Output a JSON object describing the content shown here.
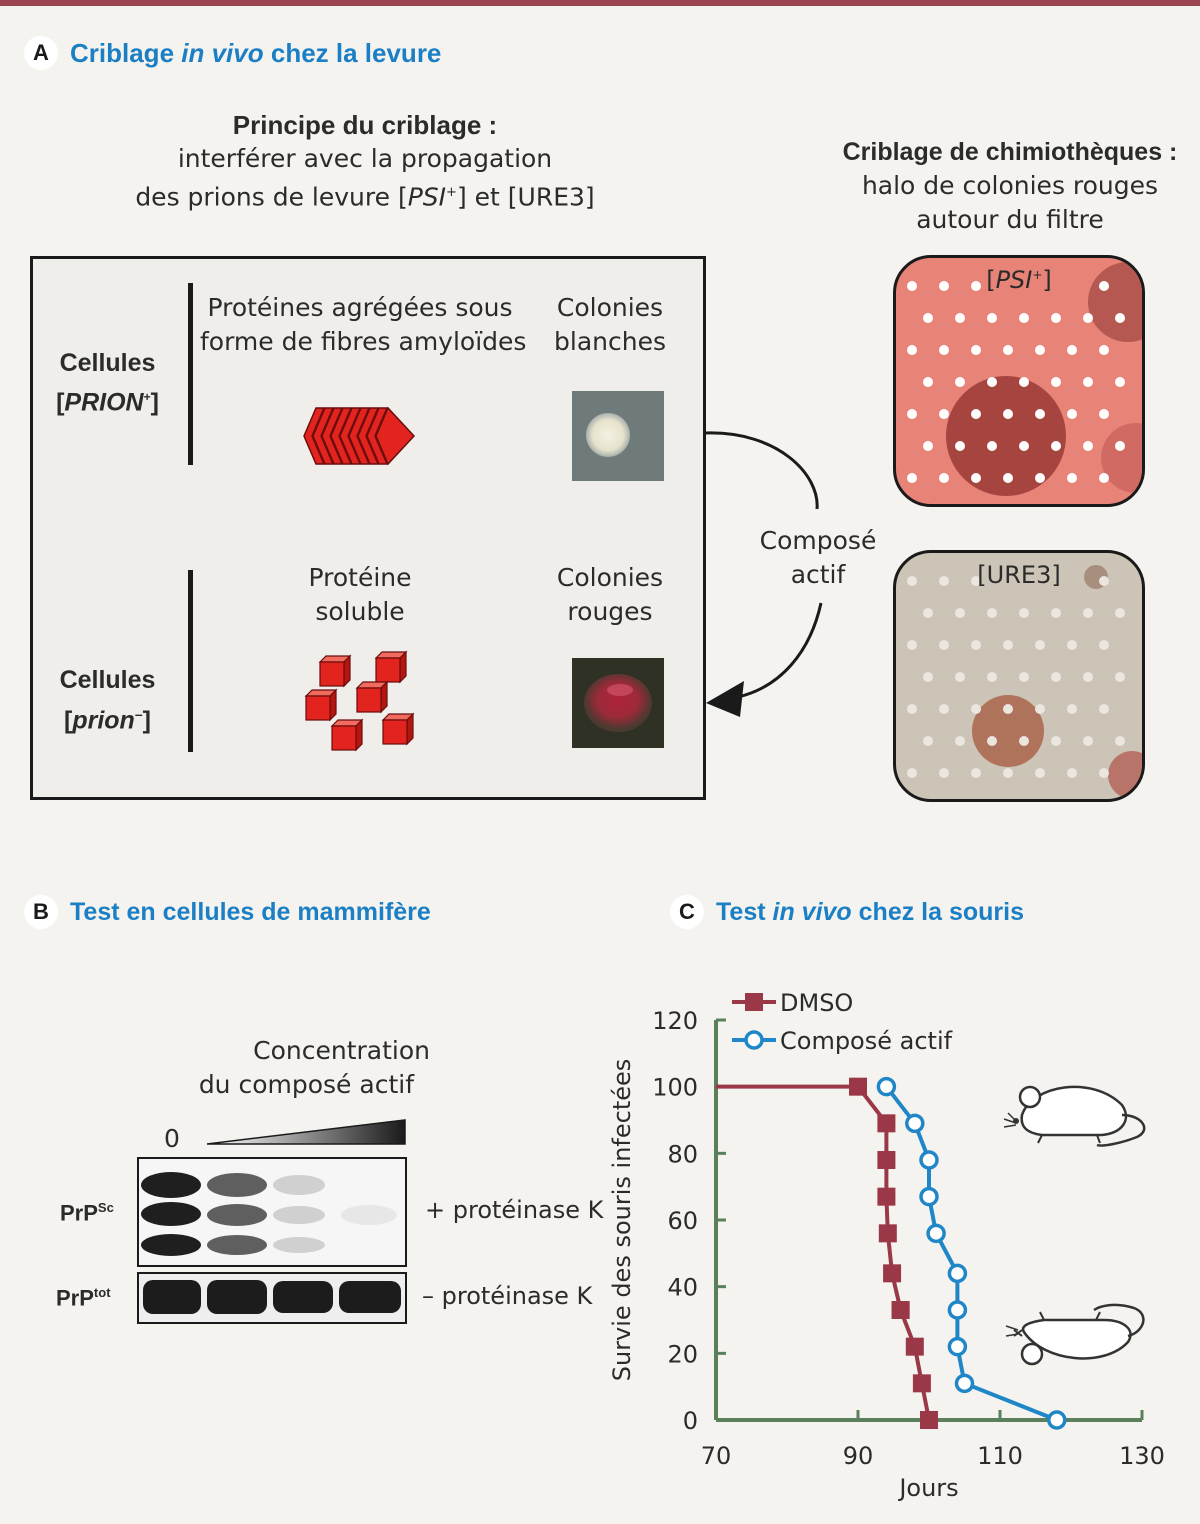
{
  "panelA": {
    "badge": "A",
    "title_pre": "Criblage ",
    "title_it": "in vivo",
    "title_post": " chez la levure",
    "principle_title": "Principe du criblage :",
    "principle_line1": "interférer avec la propagation",
    "principle_line2_pre": "des prions de levure [",
    "principle_psi": "PSI",
    "principle_plus": "+",
    "principle_line2_post": "] et [URE3]",
    "chem_title": "Criblage de chimiothèques :",
    "chem_line1": "halo de colonies rouges",
    "chem_line2": "autour du filtre",
    "cells_prion_plus_1": "Cellules",
    "cells_prion_plus_2": "PRION",
    "cells_prion_plus_sup": "+",
    "cells_prion_minus_1": "Cellules",
    "cells_prion_minus_2": "prion",
    "cells_prion_minus_sup": "–",
    "agg_line1": "Protéines agrégées sous",
    "agg_line2": "forme de fibres amyloïdes",
    "white_line1": "Colonies",
    "white_line2": "blanches",
    "sol_line1": "Protéine",
    "sol_line2": "soluble",
    "red_line1": "Colonies",
    "red_line2": "rouges",
    "compound_line1": "Composé",
    "compound_line2": "actif",
    "dish_psi": "PSI",
    "dish_psi_sup": "+",
    "dish_ure": "[URE3]"
  },
  "panelB": {
    "badge": "B",
    "title": "Test en cellules de mammifère",
    "conc_line1": "Concentration",
    "conc_line2": "du composé actif",
    "zero_label": "0",
    "prpsc": "PrP",
    "prpsc_sup": "Sc",
    "prptot": "PrP",
    "prptot_sup": "tot",
    "plus_pk": "+ protéinase K",
    "minus_pk": "– protéinase K"
  },
  "panelC": {
    "badge": "C",
    "title_pre": "Test ",
    "title_it": "in vivo",
    "title_post": " chez la souris"
  },
  "chart_data": {
    "type": "line",
    "xlabel": "Jours",
    "ylabel": "Survie des souris infectées",
    "xlim": [
      70,
      130
    ],
    "ylim": [
      0,
      120
    ],
    "xticks": [
      70,
      90,
      110,
      130
    ],
    "yticks": [
      0,
      20,
      40,
      60,
      80,
      100,
      120
    ],
    "legend_position": "top-left",
    "series": [
      {
        "name": "DMSO",
        "color": "#9b3848",
        "marker": "square",
        "x": [
          70,
          90,
          94,
          94,
          94,
          94.2,
          94.8,
          96,
          96,
          98,
          99,
          100
        ],
        "y": [
          100,
          100,
          89,
          78,
          67,
          56,
          44,
          33,
          33,
          22,
          11,
          0
        ]
      },
      {
        "name": "Composé actif",
        "color": "#1f86c8",
        "marker": "circle",
        "x": [
          94,
          98,
          100,
          100,
          101,
          104,
          104,
          104,
          105,
          118
        ],
        "y": [
          100,
          89,
          78,
          67,
          56,
          44,
          33,
          22,
          11,
          0
        ]
      }
    ]
  }
}
